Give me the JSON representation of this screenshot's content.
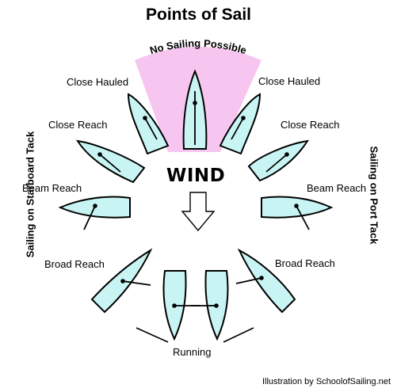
{
  "title": "Points of Sail",
  "no_go_label": "No Sailing Possible",
  "wind_label": "WIND",
  "labels": {
    "close_hauled": "Close Hauled",
    "close_reach": "Close Reach",
    "beam_reach": "Beam Reach",
    "broad_reach": "Broad Reach",
    "running": "Running"
  },
  "side_labels": {
    "starboard": "Sailing on Starboard Tack",
    "port": "Sailing on Port Tack"
  },
  "credit": "Illustration by SchoolofSailing.net",
  "colors": {
    "hull": "#c9f4f4",
    "no_go_zone": "#f7c6f0",
    "line": "#000000"
  }
}
